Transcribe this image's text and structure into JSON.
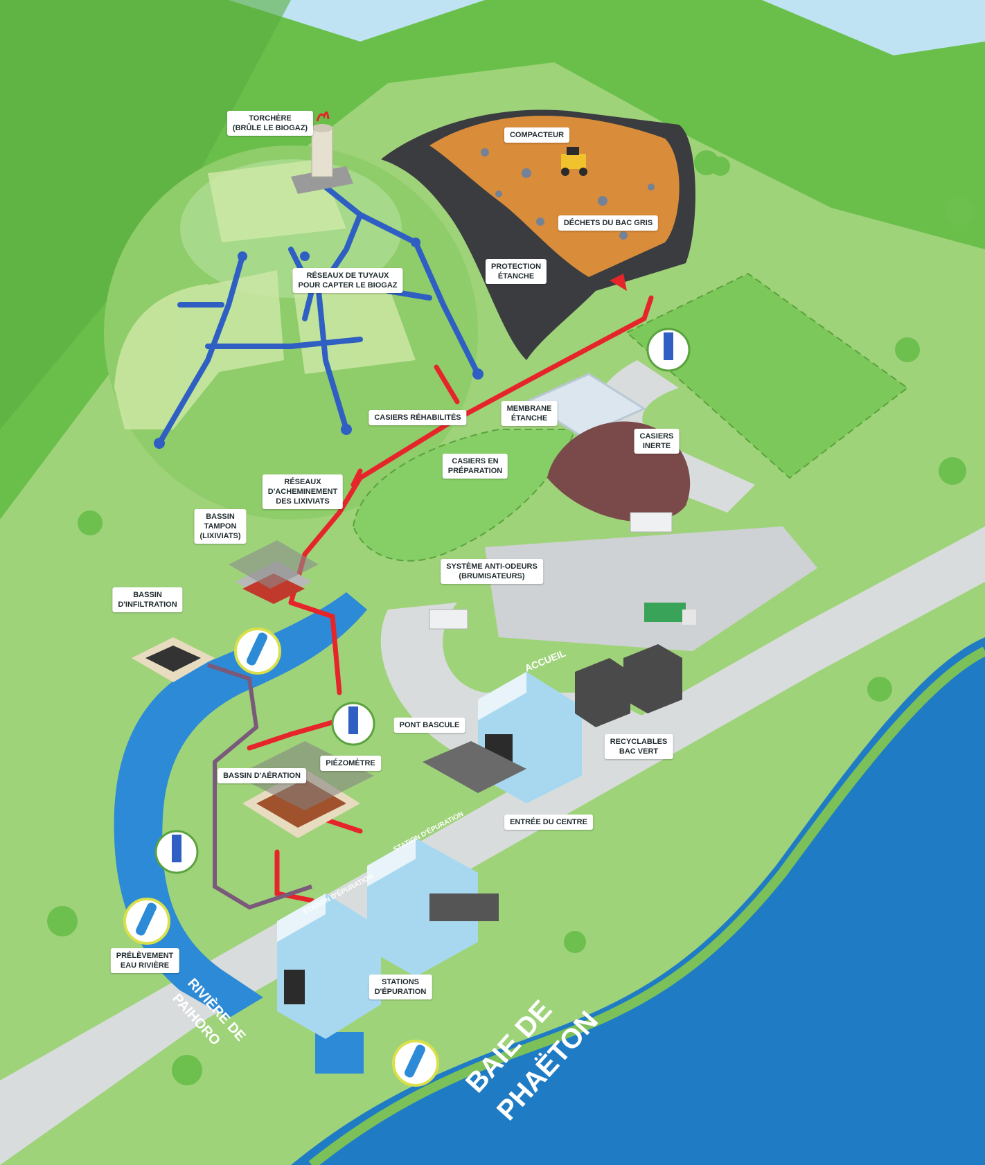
{
  "labels": {
    "torchere": "TORCHÈRE\n(BRÛLE LE BIOGAZ)",
    "compacteur": "COMPACTEUR",
    "dechets_bac_gris": "DÉCHETS DU BAC GRIS",
    "protection_etanche": "PROTECTION\nÉTANCHE",
    "reseaux_tuyaux_biogaz": "RÉSEAUX DE TUYAUX\nPOUR CAPTER LE BIOGAZ",
    "casiers_rehabilites": "CASIERS RÉHABILITÉS",
    "membrane_etanche": "MEMBRANE\nÉTANCHE",
    "casiers_inerte": "CASIERS\nINERTE",
    "casiers_en_preparation": "CASIERS EN\nPRÉPARATION",
    "reseaux_acheminement_lixiviats": "RÉSEAUX\nD'ACHEMINEMENT\nDES LIXIVIATS",
    "bassin_tampon": "BASSIN\nTAMPON\n(LIXIVIATS)",
    "systeme_anti_odeurs": "SYSTÈME ANTI-ODEURS\n(BRUMISATEURS)",
    "bassin_infiltration": "BASSIN\nD'INFILTRATION",
    "pont_bascule": "PONT BASCULE",
    "recyclables_bac_vert": "RECYCLABLES\nBAC VERT",
    "piezometre": "PIÉZOMÈTRE",
    "bassin_aeration": "BASSIN D'AÉRATION",
    "entree_du_centre": "ENTRÉE DU CENTRE",
    "prelevement_eau_riviere": "PRÉLÈVEMENT\nEAU RIVIÈRE",
    "stations_epuration": "STATIONS\nD'ÉPURATION"
  },
  "signs": {
    "accueil": "ACCUEIL",
    "station_1": "STATION D'ÉPURATION",
    "station_2": "STATION D'ÉPURATION"
  },
  "water_names": {
    "riviere_line1": "RIVIÈRE DE",
    "riviere_line2": "PAIHORO",
    "baie_line1": "BAIE DE",
    "baie_line2": "PHAËTON"
  },
  "colors": {
    "sky": "#bfe3f2",
    "mountain": "#6abf4b",
    "grass": "#9fd37a",
    "sea": "#1f7cc4",
    "river": "#2d8ad6",
    "road": "#d9dcdd",
    "leachate_pipe": "#e5252a",
    "biogaz_pipe": "#2f5fc2",
    "return_pipe": "#7a5a7a",
    "liner": "#3a3c3f",
    "building": "#a8d8f0"
  }
}
